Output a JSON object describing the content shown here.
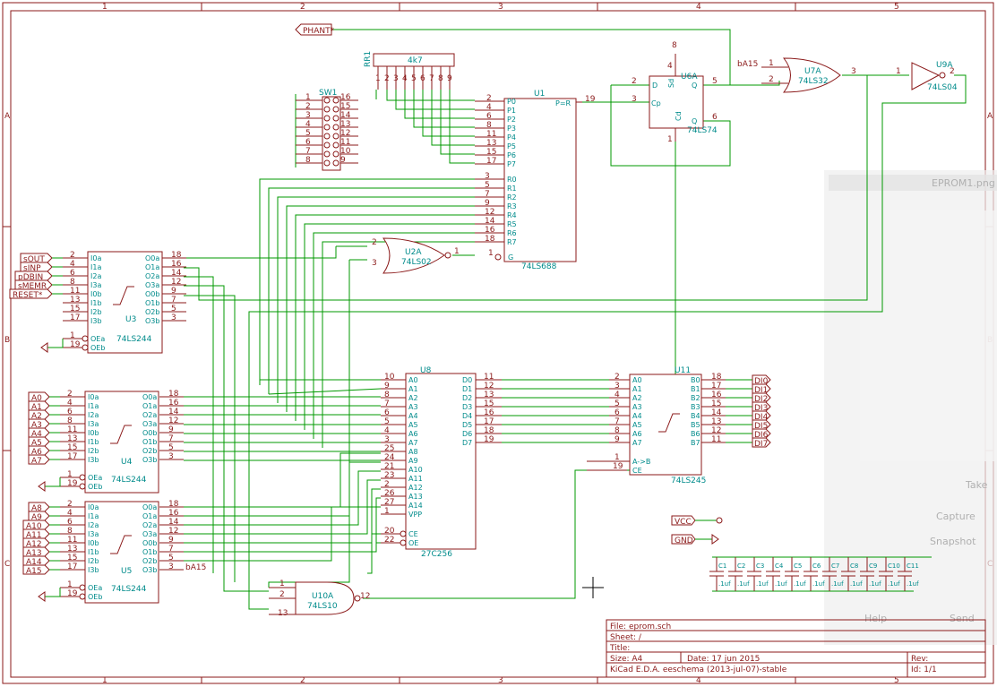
{
  "frame": {
    "columns": [
      "1",
      "2",
      "3",
      "4",
      "5"
    ],
    "rows": [
      "A",
      "B",
      "C"
    ]
  },
  "labels": {
    "phant": "PHANT*",
    "ba15_top": "bA15",
    "ba15_u5": "bA15",
    "vcc": "VCC",
    "gnd": "GND",
    "u3_inputs": [
      "sOUT",
      "sINP",
      "pDBIN",
      "sMEMR",
      "RESET*"
    ],
    "u4_inputs": [
      "A0",
      "A1",
      "A2",
      "A3",
      "A4",
      "A5",
      "A6",
      "A7"
    ],
    "u5_inputs": [
      "A8",
      "A9",
      "A10",
      "A11",
      "A12",
      "A13",
      "A14",
      "A15"
    ],
    "u11_outputs": [
      "DI0",
      "DI1",
      "DI2",
      "DI3",
      "DI4",
      "DI5",
      "DI6",
      "DI7"
    ]
  },
  "components": {
    "rr1": {
      "ref": "RR1",
      "value": "4k7"
    },
    "sw1": {
      "ref": "SW1"
    },
    "u1": {
      "ref": "U1",
      "value": "74LS688",
      "pins_p": [
        "P0",
        "P1",
        "P2",
        "P3",
        "P4",
        "P5",
        "P6",
        "P7"
      ],
      "pins_p_num": [
        "2",
        "4",
        "6",
        "8",
        "11",
        "13",
        "15",
        "17"
      ],
      "pins_r": [
        "R0",
        "R1",
        "R2",
        "R3",
        "R4",
        "R5",
        "R6",
        "R7"
      ],
      "pins_r_num": [
        "3",
        "5",
        "7",
        "9",
        "12",
        "14",
        "16",
        "18"
      ],
      "out_name": "P=R",
      "out_num": "19",
      "g_name": "G",
      "g_num": "1"
    },
    "u6a": {
      "ref": "U6A",
      "value": "74LS74"
    },
    "u7a": {
      "ref": "U7A",
      "value": "74LS32"
    },
    "u9a": {
      "ref": "U9A",
      "value": "74LS04"
    },
    "u2a": {
      "ref": "U2A",
      "value": "74LS02"
    },
    "u10a": {
      "ref": "U10A",
      "value": "74LS10"
    },
    "u3": {
      "ref": "U3",
      "value": "74LS244",
      "in_names": [
        "I0a",
        "I1a",
        "I2a",
        "I3a",
        "I0b",
        "I1b",
        "I2b",
        "I3b"
      ],
      "in_nums": [
        "2",
        "4",
        "6",
        "8",
        "11",
        "13",
        "15",
        "17"
      ],
      "out_names": [
        "O0a",
        "O1a",
        "O2a",
        "O3a",
        "O0b",
        "O1b",
        "O2b",
        "O3b"
      ],
      "out_nums": [
        "18",
        "16",
        "14",
        "12",
        "9",
        "7",
        "5",
        "3"
      ],
      "oe_names": [
        "OEa",
        "OEb"
      ],
      "oe_nums": [
        "1",
        "19"
      ]
    },
    "u4": {
      "ref": "U4",
      "value": "74LS244"
    },
    "u5": {
      "ref": "U5",
      "value": "74LS244"
    },
    "u8": {
      "ref": "U8",
      "value": "27C256",
      "addr_names": [
        "A0",
        "A1",
        "A2",
        "A3",
        "A4",
        "A5",
        "A6",
        "A7",
        "A8",
        "A9",
        "A10",
        "A11",
        "A12",
        "A13",
        "A14",
        "VPP"
      ],
      "addr_nums": [
        "10",
        "9",
        "8",
        "7",
        "6",
        "5",
        "4",
        "3",
        "25",
        "24",
        "21",
        "23",
        "2",
        "26",
        "27",
        "1"
      ],
      "data_names": [
        "D0",
        "D1",
        "D2",
        "D3",
        "D4",
        "D5",
        "D6",
        "D7"
      ],
      "data_nums": [
        "11",
        "12",
        "13",
        "15",
        "16",
        "17",
        "18",
        "19"
      ],
      "ctl_names": [
        "CE",
        "OE"
      ],
      "ctl_nums": [
        "20",
        "22"
      ]
    },
    "u11": {
      "ref": "U11",
      "value": "74LS245",
      "a_names": [
        "A0",
        "A1",
        "A2",
        "A3",
        "A4",
        "A5",
        "A6",
        "A7"
      ],
      "a_nums": [
        "2",
        "3",
        "4",
        "5",
        "6",
        "7",
        "8",
        "9"
      ],
      "b_names": [
        "B0",
        "B1",
        "B2",
        "B3",
        "B4",
        "B5",
        "B6",
        "B7"
      ],
      "b_nums": [
        "18",
        "17",
        "16",
        "15",
        "14",
        "13",
        "12",
        "11"
      ],
      "dir_name": "A->B",
      "dir_num": "1",
      "ce_name": "CE",
      "ce_num": "19"
    },
    "caps": {
      "refs": [
        "C1",
        "C2",
        "C3",
        "C4",
        "C5",
        "C6",
        "C7",
        "C8",
        "C9",
        "C10",
        "C11"
      ],
      "value": ".1uf"
    }
  },
  "title_block": {
    "file": "File: eprom.sch",
    "sheet": "Sheet: /",
    "title": "Title:",
    "size": "Size: A4",
    "date": "Date: 17 jun 2015",
    "rev": "Rev:",
    "app": "KiCad E.D.A.  eeschema (2013-jul-07)-stable",
    "id": "Id: 1/1"
  },
  "overlay": {
    "window_title": "EPROM1.png",
    "menu": [
      "Take",
      "Capture",
      "Snapshot",
      "Help",
      "Send"
    ]
  },
  "colors": {
    "component": "#8b1a1a",
    "wire": "#009900",
    "reference": "#008b8b",
    "background": "#ffffff"
  }
}
